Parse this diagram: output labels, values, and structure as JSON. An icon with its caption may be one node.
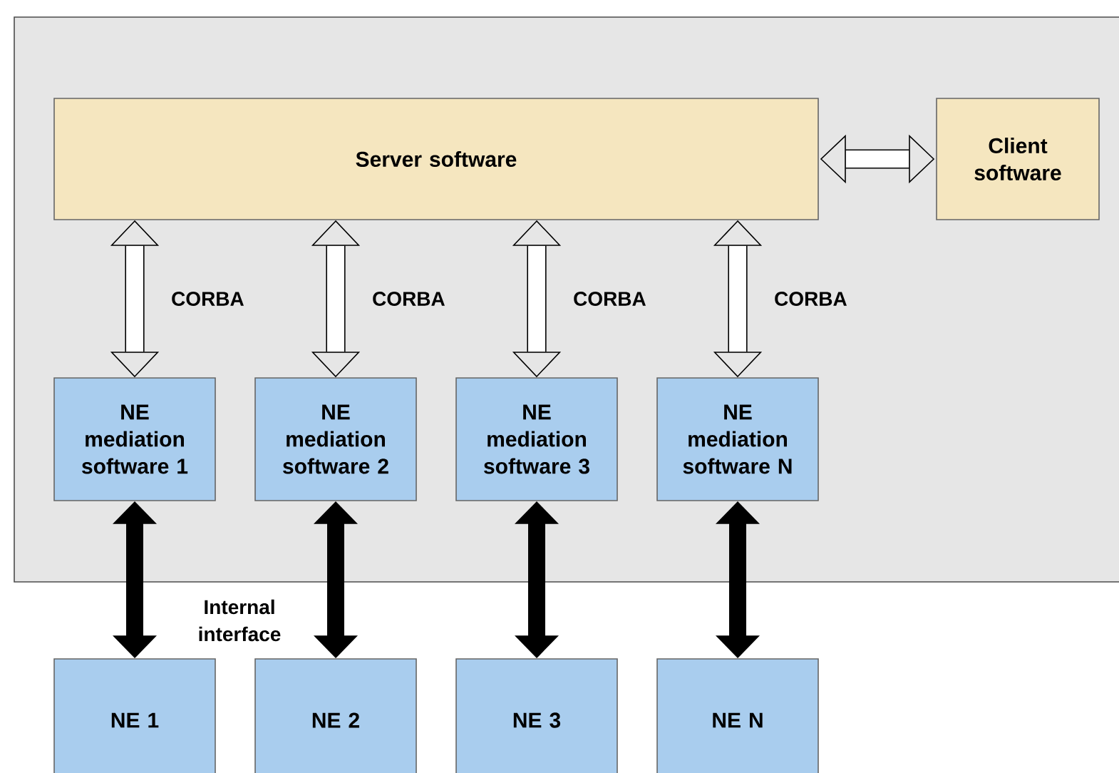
{
  "diagram": {
    "nodes": [
      {
        "text": [],
        "shape": "box"
      },
      {
        "text": [
          "Server software"
        ],
        "in": 0
      },
      {
        "text": [
          "Client software"
        ],
        "in": 0
      },
      {
        "text": [
          "NE mediation software 1"
        ],
        "in": 0
      },
      {
        "text": [
          "NE mediation software 2"
        ],
        "in": 0
      },
      {
        "text": [
          "NE mediation software 3"
        ],
        "in": 0
      },
      {
        "text": [
          "NE mediation software N"
        ],
        "in": 0
      },
      {
        "text": [
          "NE 1"
        ]
      },
      {
        "text": [
          "NE 2"
        ]
      },
      {
        "text": [
          "NE 3"
        ]
      },
      {
        "text": [
          "NE N"
        ]
      }
    ],
    "edges": [
      {
        "from": 1,
        "to": 2,
        "arrow": "both"
      },
      {
        "from": 1,
        "to": 3,
        "arrow": "both",
        "label": "CORBA"
      },
      {
        "from": 1,
        "to": 4,
        "arrow": "both",
        "label": "CORBA"
      },
      {
        "from": 1,
        "to": 5,
        "arrow": "both",
        "label": "CORBA"
      },
      {
        "from": 1,
        "to": 6,
        "arrow": "both",
        "label": "CORBA"
      },
      {
        "from": 3,
        "to": 7,
        "arrow": "both",
        "color": "#000000"
      },
      {
        "from": 4,
        "to": 8,
        "arrow": "both",
        "color": "#000000"
      },
      {
        "from": 5,
        "to": 9,
        "arrow": "both",
        "color": "#000000"
      },
      {
        "from": 6,
        "to": 10,
        "arrow": "both",
        "color": "#000000"
      }
    ],
    "labels": [
      "Internal interface"
    ]
  }
}
